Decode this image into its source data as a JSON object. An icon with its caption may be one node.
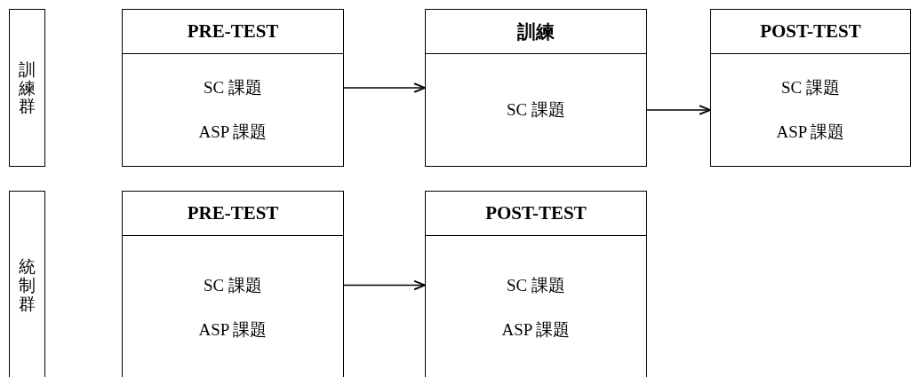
{
  "diagram": {
    "nodes": [
      {
        "text": [
          "訓練群"
        ]
      },
      {
        "text": [
          "PRE-TEST",
          "SC 課題",
          "ASP 課題"
        ]
      },
      {
        "text": [
          "訓練",
          "SC 課題"
        ]
      },
      {
        "text": [
          "POST-TEST",
          "SC 課題",
          "ASP 課題"
        ]
      },
      {
        "text": [
          "統制群"
        ]
      },
      {
        "text": [
          "PRE-TEST",
          "SC 課題",
          "ASP 課題"
        ]
      },
      {
        "text": [
          "POST-TEST",
          "SC 課題",
          "ASP 課題"
        ]
      }
    ],
    "edges": [
      {
        "from": 1,
        "to": 2,
        "arrow": "to"
      },
      {
        "from": 2,
        "to": 3,
        "arrow": "to"
      },
      {
        "from": 5,
        "to": 6,
        "arrow": "to"
      }
    ]
  }
}
